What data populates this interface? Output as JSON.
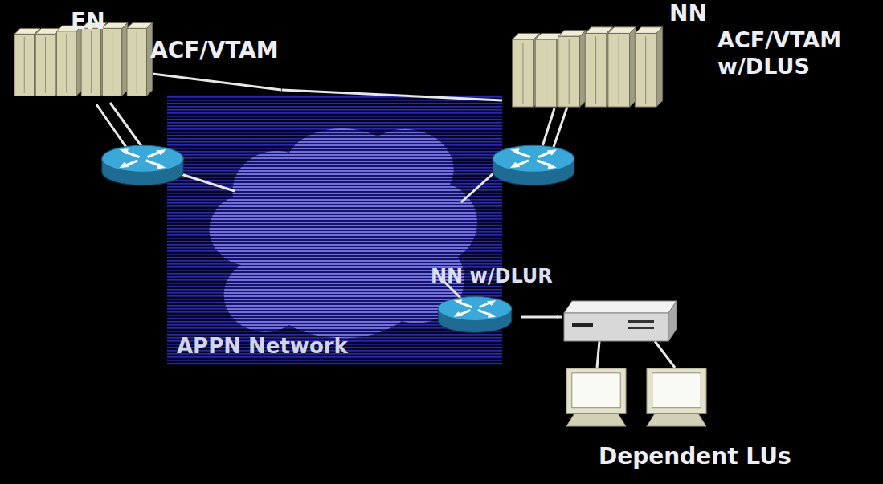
{
  "diagram": {
    "nodes": [
      {
        "text": [
          "EN",
          "ACF/VTAM"
        ]
      },
      {
        "text": [
          "NN",
          "ACF/VTAM w/DLUS"
        ]
      },
      {
        "text": [
          "APPN Network"
        ]
      },
      {
        "text": [
          "NN w/DLUR"
        ]
      },
      {
        "text": [
          "Dependent LUs"
        ]
      }
    ],
    "edges": [
      {
        "from": 0,
        "to": 1,
        "arrow": "none"
      },
      {
        "from": 0,
        "to": 2,
        "arrow": "none"
      },
      {
        "from": 1,
        "to": 2,
        "arrow": "none"
      },
      {
        "from": 3,
        "to": 4,
        "arrow": "none"
      }
    ]
  }
}
